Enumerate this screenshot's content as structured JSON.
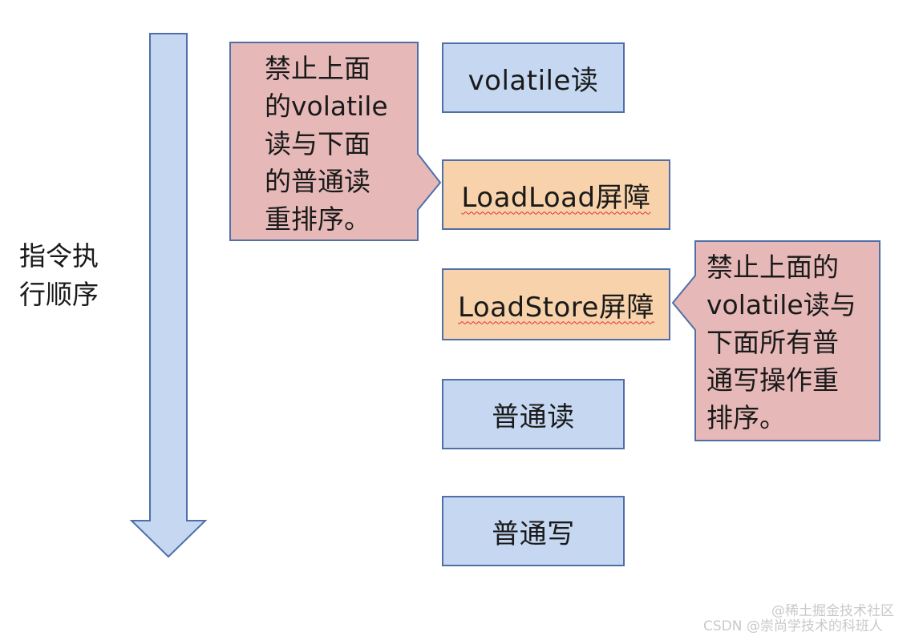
{
  "flow_label": "指令执\n行顺序",
  "steps": [
    {
      "label": "volatile读",
      "variant": "normal"
    },
    {
      "label": "LoadLoad屏障",
      "variant": "barrier"
    },
    {
      "label": "LoadStore屏障",
      "variant": "barrier"
    },
    {
      "label": "普通读",
      "variant": "normal"
    },
    {
      "label": "普通写",
      "variant": "normal"
    }
  ],
  "callouts": [
    {
      "text": "禁止上面\n的volatile\n读与下面\n的普通读\n重排序。",
      "points_to": "LoadLoad屏障"
    },
    {
      "text": "禁止上面的\nvolatile读与\n下面所有普\n通写操作重\n排序。",
      "points_to": "LoadStore屏障"
    }
  ],
  "watermark": {
    "line1": "@稀土掘金技术社区",
    "line2": "CSDN @崇尚学技术的科班人"
  },
  "colors": {
    "normal_fill": "#c6d8f1",
    "barrier_fill": "#f8d2aa",
    "callout_fill": "#e6b9b8",
    "border": "#4f6fa8",
    "arrow_fill": "#c6d8f1"
  }
}
